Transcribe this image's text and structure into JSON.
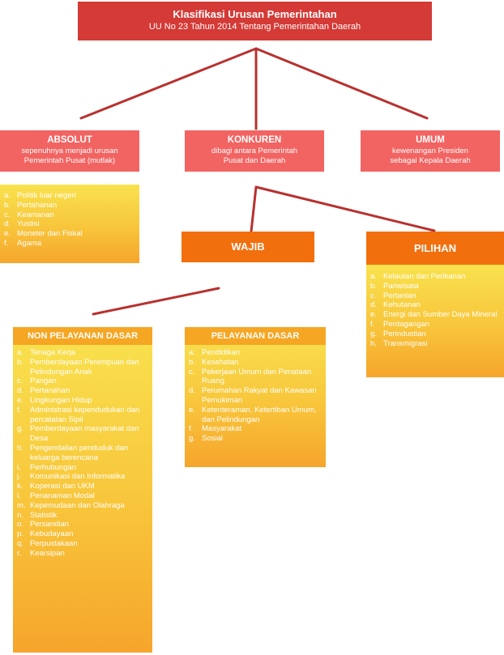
{
  "header": {
    "title": "Klasifikasi Urusan Pemerintahan",
    "subtitle": "UU No 23 Tahun 2014 Tentang Pemerintahan Daerah"
  },
  "categories": [
    {
      "title": "ABSOLUT",
      "desc_line1": "sepenuhnya menjadi urusan",
      "desc_line2": "Pemerintah Pusat (mutlak)"
    },
    {
      "title": "KONKUREN",
      "desc_line1": "dibagi antara Pemerintah",
      "desc_line2": "Pusat dan Daerah"
    },
    {
      "title": "UMUM",
      "desc_line1": "kewenangan Presiden",
      "desc_line2": "sebagai Kepala Daerah"
    }
  ],
  "absolut_items": [
    {
      "letter": "a.",
      "text": "Politik luar negeri"
    },
    {
      "letter": "b.",
      "text": "Pertahanan"
    },
    {
      "letter": "c.",
      "text": "Keamanan"
    },
    {
      "letter": "d.",
      "text": "Yustisi"
    },
    {
      "letter": "e.",
      "text": "Moneter dan Fiskal"
    },
    {
      "letter": "f.",
      "text": "Agama"
    }
  ],
  "wajib": {
    "label": "WAJIB"
  },
  "pilihan": {
    "label": "PILIHAN",
    "items": [
      {
        "letter": "a.",
        "text": "Kelautan dan Perikanan"
      },
      {
        "letter": "b.",
        "text": "Pariwisata"
      },
      {
        "letter": "c.",
        "text": "Pertanian"
      },
      {
        "letter": "d.",
        "text": "Kehutanan"
      },
      {
        "letter": "e.",
        "text": "Energi dan Sumber Daya Mineral"
      },
      {
        "letter": "f.",
        "text": "Perdagangan"
      },
      {
        "letter": "g.",
        "text": "Perindustian"
      },
      {
        "letter": "h.",
        "text": "Transmigrasi"
      }
    ]
  },
  "non_pelayanan": {
    "label": "NON PELAYANAN DASAR",
    "items": [
      {
        "letter": "a.",
        "text": "Tenaga Kerja"
      },
      {
        "letter": "b.",
        "text": "Pemberdayaan Perempuan dan Pelindungan Anak"
      },
      {
        "letter": "c.",
        "text": "Pangan"
      },
      {
        "letter": "d.",
        "text": "Pertanahan"
      },
      {
        "letter": "e.",
        "text": "Lingkungan Hidup"
      },
      {
        "letter": "f.",
        "text": "Administrasi kependudukan dan percatatan Sipil"
      },
      {
        "letter": "g.",
        "text": "Pemberdayaan masyarakat dan Desa"
      },
      {
        "letter": "h.",
        "text": "Pengendalian penduduk dan keluarga berencana"
      },
      {
        "letter": "i.",
        "text": "Perhubungan"
      },
      {
        "letter": "j.",
        "text": "Komunikasi dan Informatika"
      },
      {
        "letter": "k.",
        "text": "Koperasi dan UKM"
      },
      {
        "letter": "l.",
        "text": "Penanaman Modal"
      },
      {
        "letter": "m.",
        "text": "Kepemudaan dan Olahraga"
      },
      {
        "letter": "n.",
        "text": "Statistik"
      },
      {
        "letter": "o.",
        "text": "Persandian"
      },
      {
        "letter": "p.",
        "text": "Kebudayaan"
      },
      {
        "letter": "q.",
        "text": "Perpustakaan"
      },
      {
        "letter": "r.",
        "text": "Kearsipan"
      }
    ]
  },
  "pelayanan": {
    "label": "PELAYANAN DASAR",
    "items": [
      {
        "letter": "a.",
        "text": "Pendidikan"
      },
      {
        "letter": "b.",
        "text": "Kesehatan"
      },
      {
        "letter": "c.",
        "text": "Pekerjaan Umum dan Penataan Ruang"
      },
      {
        "letter": "d.",
        "text": "Perumahan Rakyat dan Kawasan Pemukiman"
      },
      {
        "letter": "e.",
        "text": "Ketenteraman, Ketertiban Umum, dan Pelindungan"
      },
      {
        "letter": "f.",
        "text": "Masyarakat"
      },
      {
        "letter": "g.",
        "text": "Sosial"
      }
    ]
  }
}
